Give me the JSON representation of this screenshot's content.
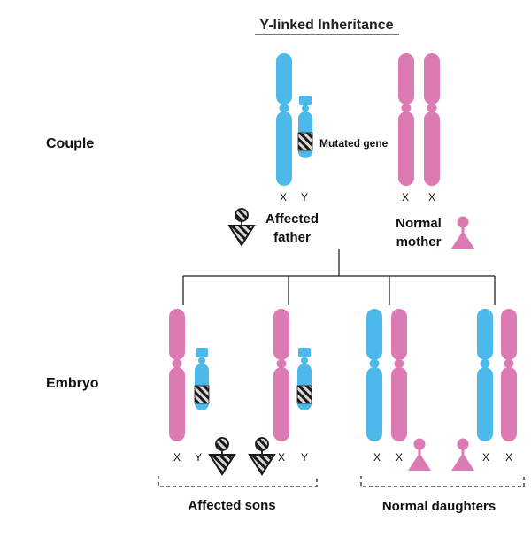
{
  "title": "Y-linked Inheritance",
  "rows": {
    "couple": "Couple",
    "embryo": "Embryo"
  },
  "gene_label": "Mutated gene",
  "chromosome_labels": {
    "x": "X",
    "y": "Y"
  },
  "parents": {
    "father_line1": "Affected",
    "father_line2": "father",
    "mother_line1": "Normal",
    "mother_line2": "mother"
  },
  "offspring": {
    "sons": "Affected sons",
    "daughters": "Normal daughters"
  },
  "colors": {
    "x_chromosome_blue": "#4db8ea",
    "x_chromosome_pink": "#dc7ab4",
    "line": "#222222"
  },
  "icons": {
    "male": "male-symbol-hatched-icon",
    "female": "female-symbol-icon",
    "gene_marker": "hatched-gene-icon"
  }
}
